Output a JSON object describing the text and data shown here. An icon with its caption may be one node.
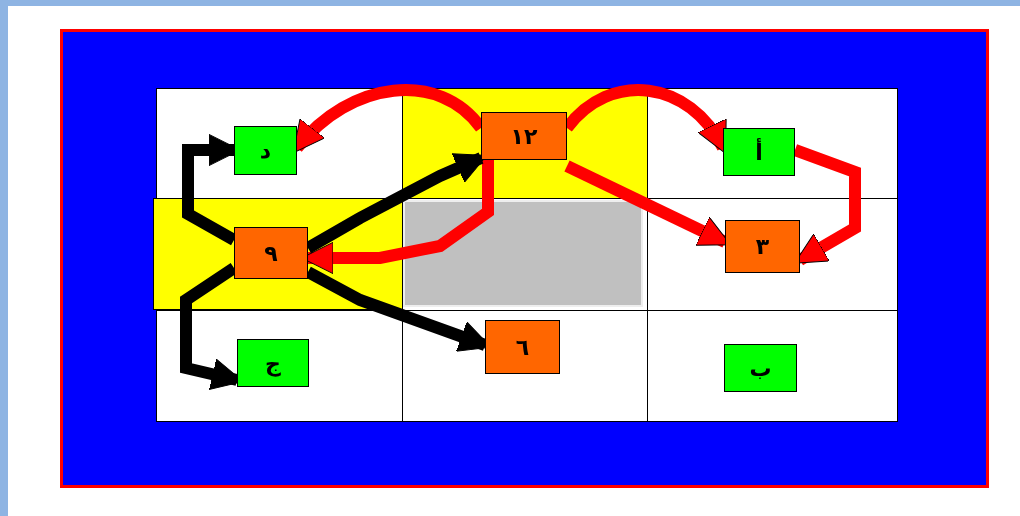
{
  "diagram": {
    "nodes": [
      {
        "text": [
          "د"
        ]
      },
      {
        "text": [
          "١٢"
        ]
      },
      {
        "text": [
          "أ"
        ]
      },
      {
        "text": [
          "٩"
        ]
      },
      {
        "text": [
          "٣"
        ]
      },
      {
        "text": [
          "ج"
        ]
      },
      {
        "text": [
          "٦"
        ]
      },
      {
        "text": [
          "ب"
        ]
      }
    ],
    "edges": [
      {
        "from": 1,
        "to": 0,
        "arrow": "to"
      },
      {
        "from": 1,
        "to": 2,
        "arrow": "to"
      },
      {
        "from": 2,
        "to": 4,
        "arrow": "to"
      },
      {
        "from": 1,
        "to": 4,
        "arrow": "to"
      },
      {
        "from": 1,
        "to": 3,
        "arrow": "to"
      },
      {
        "from": 3,
        "to": 1,
        "arrow": "to",
        "color": "#000000"
      },
      {
        "from": 3,
        "to": 0,
        "arrow": "to",
        "color": "#000000"
      },
      {
        "from": 3,
        "to": 5,
        "arrow": "to",
        "color": "#000000"
      },
      {
        "from": 3,
        "to": 6,
        "arrow": "to",
        "color": "#000000"
      }
    ]
  }
}
